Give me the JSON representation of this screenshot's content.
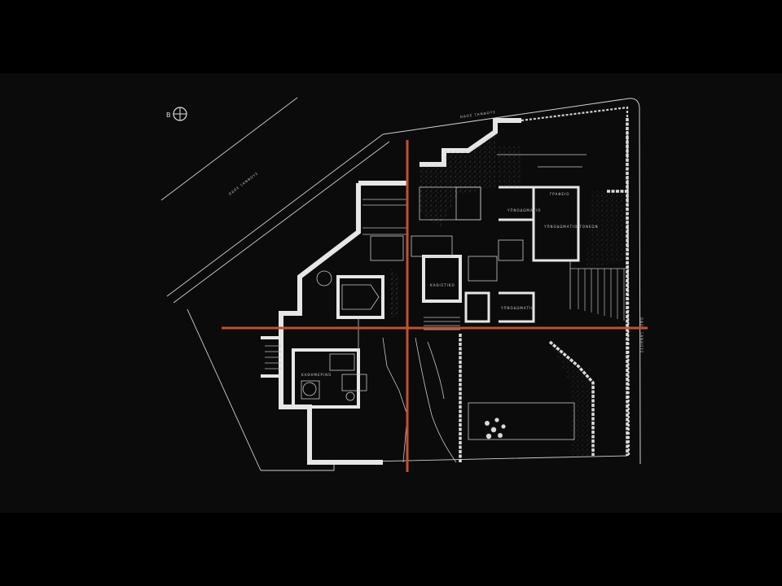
{
  "drawing": {
    "colors": {
      "background": "#0b0b0b",
      "linework": "#d9d9d9",
      "walls": "#e6e6e6",
      "axis": "#c2502f"
    },
    "labels": {
      "street_top": "ΟΔΟΣ ΞΑΝΘΟΥΣ",
      "street_left": "ΟΔΟΣ ΞΑΝΘΟΥΣ",
      "street_right": "ΟΔΟΣ ΞΑΝΘΟΥΣ",
      "room_bedroom": "ΥΠΝΟΔΩΜΑΤΙΟ",
      "room_bedroom_2": "ΥΠΝΟΔΩΜΑΤΙΟ ΓΟΝΕΩΝ",
      "room_office": "ΓΡΑΦΕΙΟ",
      "room_living": "ΚΑΘΙΣΤΙΚΟ",
      "room_bedroom_3": "ΥΠΝΟΔΩΜΑΤΙΟ",
      "room_kitchen": "ΚΑΘΗΜΕΡΙΝΟ",
      "north_mark": "B"
    }
  }
}
